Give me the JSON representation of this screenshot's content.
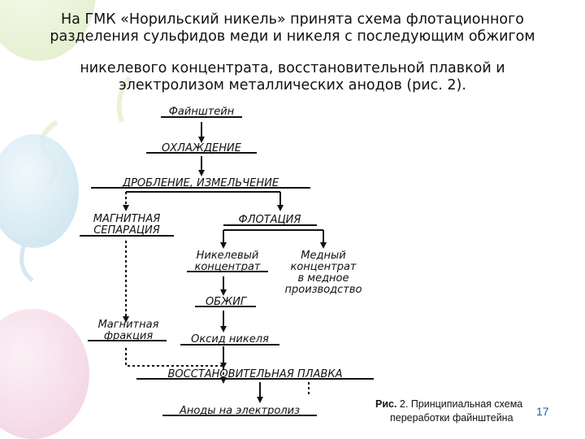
{
  "heading": {
    "line1": "На ГМК «Норильский никель» принята схема флотационного",
    "line2": "разделения сульфидов меди и никеля с последующим обжигом",
    "line3": "никелевого концентрата,  восстановительной плавкой и",
    "line4": "электролизом металлических анодов (рис. 2)."
  },
  "diagram": {
    "nodes": {
      "feinstein": "Файнштейн",
      "cooling": "ОХЛАЖДЕНИЕ",
      "crushing": "ДРОБЛЕНИЕ, ИЗМЕЛЬЧЕНИЕ",
      "magnetic_separation": [
        "МАГНИТНАЯ",
        "СЕПАРАЦИЯ"
      ],
      "flotation": "ФЛОТАЦИЯ",
      "nickel_concentrate": [
        "Никелевый",
        "концентрат"
      ],
      "copper_concentrate": [
        "Медный",
        "концентрат",
        "в медное",
        "производство"
      ],
      "roasting": "ОБЖИГ",
      "magnetic_fraction": [
        "Магнитная",
        "фракция"
      ],
      "nickel_oxide": "Оксид никеля",
      "reduction_smelting": "ВОССТАНОВИТЕЛЬНАЯ ПЛАВКА",
      "anodes": "Аноды на электролиз"
    }
  },
  "caption": {
    "label": "Рис.",
    "text": " 2. Принципиальная схема",
    "line2": "переработки файнштейна"
  },
  "page_number": "17"
}
